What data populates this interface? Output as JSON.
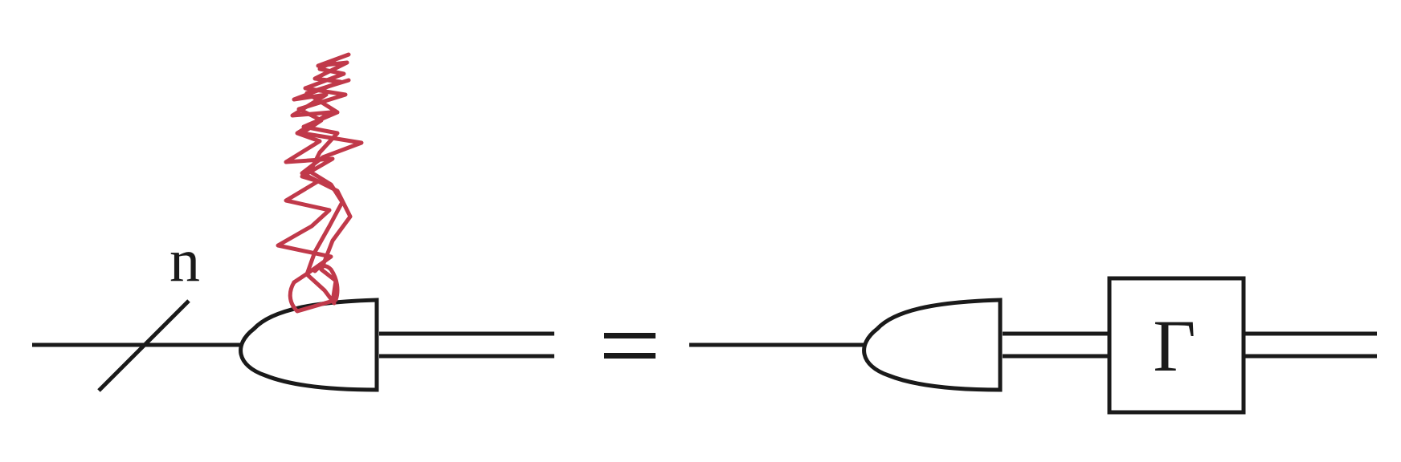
{
  "diagram": {
    "left": {
      "wire_count_label": "n",
      "measurement": "decorated"
    },
    "equals_sign": "=",
    "right": {
      "box_label": "Γ"
    }
  },
  "colors": {
    "line": "#1a1a1a",
    "squiggle": "#c0394a",
    "background": "#ffffff"
  }
}
